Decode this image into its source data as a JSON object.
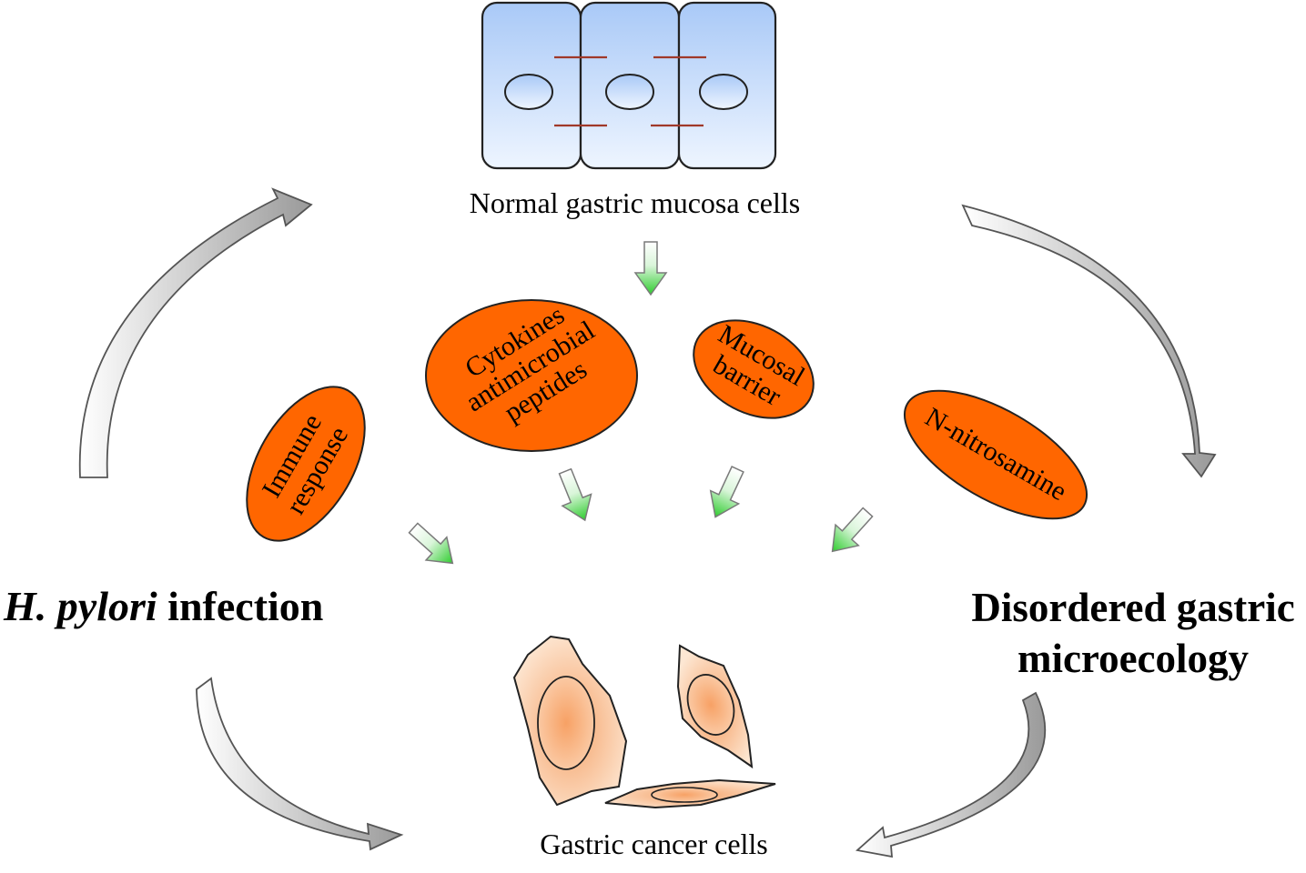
{
  "diagram": {
    "normal_cells_label": "Normal gastric mucosa cells",
    "cancer_cells_label": "Gastric cancer cells",
    "hpylori": {
      "italic": "H. pylori",
      "rest": " infection"
    },
    "disordered_label": "Disordered gastric microecology",
    "factors": {
      "cytokines": [
        "Cytokines",
        "antimicrobial",
        "peptides"
      ],
      "mucosal": [
        "Mucosal",
        "barrier"
      ],
      "immune": [
        "Immune",
        "response"
      ],
      "nitrosamine": [
        "N-nitrosamine"
      ]
    },
    "colors": {
      "factor_fill": "#ff6600",
      "cell_gradient_top": "#b7d4fb",
      "cell_gradient_bottom": "#eaf3ff",
      "junction": "#a0392a",
      "green_arrow": "#3fd63f",
      "grey_arrow": "#bdbdbd",
      "cancer_cell": "#f6b98a"
    }
  }
}
